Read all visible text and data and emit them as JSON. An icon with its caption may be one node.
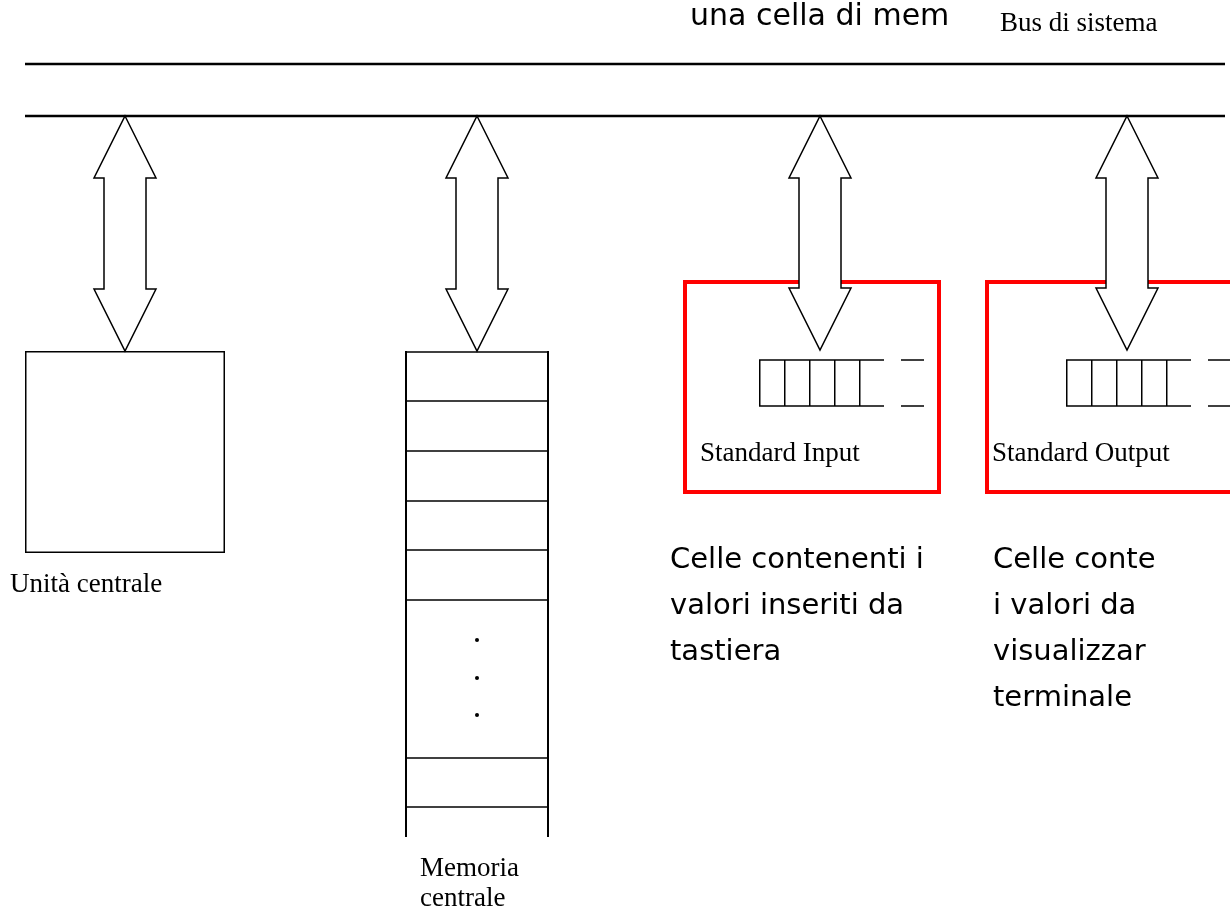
{
  "diagram": {
    "title": "una cella di mem",
    "nodes": [
      {
        "text": [
          "Bus di sistema"
        ]
      },
      {
        "text": [
          "Unità centrale"
        ]
      },
      {
        "text": [
          "Memoria centrale"
        ]
      },
      {
        "text": [
          "Standard Input"
        ]
      },
      {
        "text": [],
        "shape": "box",
        "in": 3
      },
      {
        "text": [
          "Standard Output"
        ]
      },
      {
        "text": [],
        "shape": "box",
        "in": 5
      }
    ],
    "edges": [
      {
        "from": 0,
        "to": 1,
        "arrow": "both",
        "style": "thick"
      },
      {
        "from": 0,
        "to": 2,
        "arrow": "both",
        "style": "thick"
      },
      {
        "from": 0,
        "to": 4,
        "arrow": "both",
        "style": "thick"
      },
      {
        "from": 0,
        "to": 6,
        "arrow": "both",
        "style": "thick"
      }
    ],
    "labels": [
      "Celle contenenti i valori inseriti da tastiera",
      "Celle conte i valori da visualizzar terminale"
    ]
  }
}
